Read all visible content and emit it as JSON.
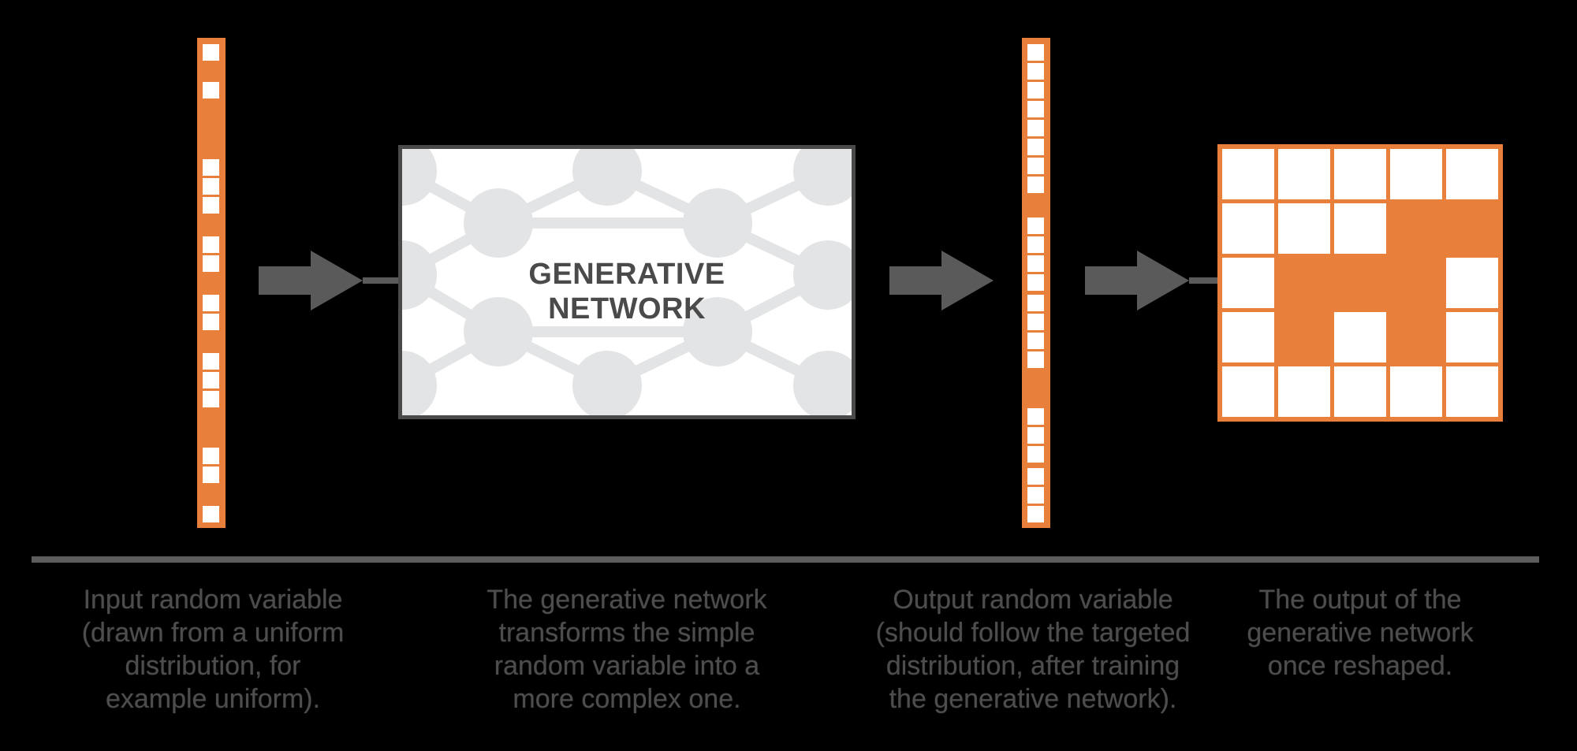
{
  "network": {
    "label_line1": "GENERATIVE",
    "label_line2": "NETWORK"
  },
  "captions": {
    "input": "Input random variable (drawn from a uniform distribution, for example uniform).",
    "network": "The generative network transforms the simple random variable into a more complex one.",
    "output": "Output random variable (should follow the targeted distribution, after training the generative network).",
    "image": "The output of the generative network once reshaped."
  },
  "colors": {
    "accent": "#E8803C",
    "arrow": "#5a5a5a",
    "box_border": "#4a4a4a",
    "node": "#e3e4e5",
    "text": "#4d4d4d"
  },
  "output_image": {
    "rows": 5,
    "cols": 5,
    "filled": [
      [
        0,
        0,
        0,
        0,
        0
      ],
      [
        0,
        0,
        0,
        1,
        1
      ],
      [
        0,
        1,
        1,
        1,
        0
      ],
      [
        0,
        1,
        0,
        1,
        0
      ],
      [
        0,
        0,
        0,
        0,
        0
      ]
    ]
  }
}
